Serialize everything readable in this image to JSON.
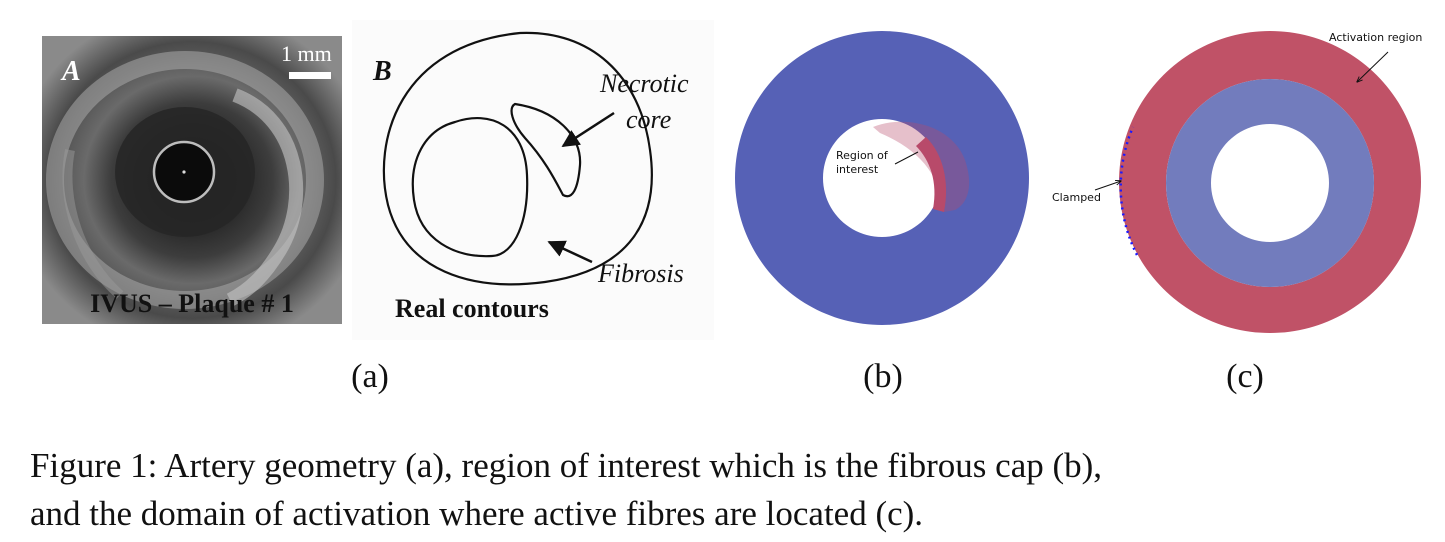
{
  "panel_a": {
    "ivus": {
      "letter": "A",
      "scale_text": "1 mm",
      "label": "IVUS – Plaque # 1"
    },
    "contours": {
      "letter": "B",
      "label_necrotic_1": "Necrotic",
      "label_necrotic_2": "core",
      "label_fibrosis": "Fibrosis",
      "label": "Real contours"
    },
    "sublabel": "(a)"
  },
  "panel_b": {
    "roi_label_1": "Region of",
    "roi_label_2": "interest",
    "outer_color": "#5661b6",
    "roi_color": "#b84a6a",
    "sublabel": "(b)"
  },
  "panel_c": {
    "activation_label": "Activation region",
    "clamped_label": "Clamped",
    "outer_color": "#c05267",
    "inner_color": "#727cbd",
    "clamp_color": "#1a1aff",
    "sublabel": "(c)"
  },
  "caption": {
    "line1": "Figure 1: Artery geometry (a), region of interest which is the fibrous cap (b),",
    "line2": "and the domain of activation where active fibres are located (c)."
  }
}
